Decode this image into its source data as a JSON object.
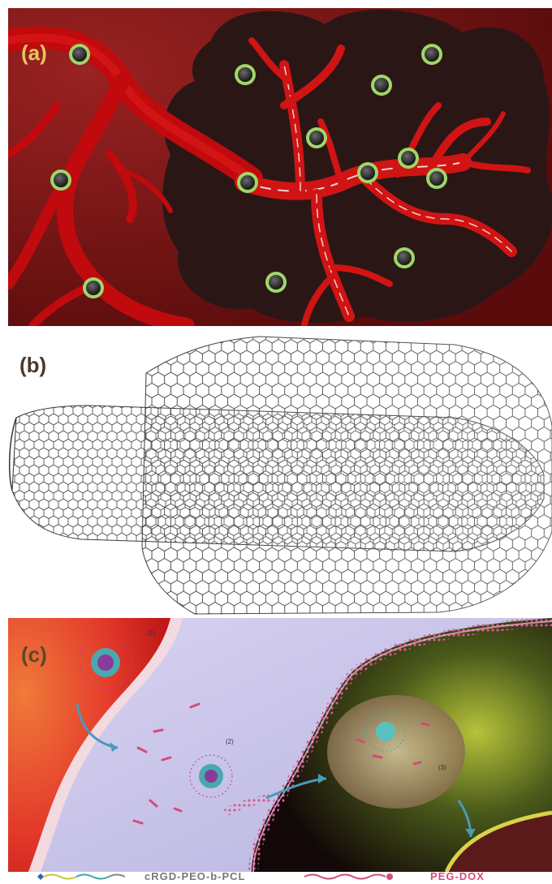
{
  "figure": {
    "panels": [
      {
        "id": "a",
        "label": "(a)",
        "content": "tumor-vasculature-nanoparticles"
      },
      {
        "id": "b",
        "label": "(b)",
        "content": "carbon-nanotube"
      },
      {
        "id": "c",
        "label": "(c)",
        "content": "micelle-cell-uptake",
        "step_labels": [
          "(1)",
          "(2)",
          "(3)"
        ]
      }
    ]
  },
  "legend": {
    "item_1": "cRGD-PEO-b-PCL",
    "item_2": "PEG-DOX"
  },
  "colors": {
    "vessel_red": "#c00a0e",
    "tumor_dark": "#2b1616",
    "nanoparticle_ring": "#9fd76a",
    "panel_a_bg": "#7a1414",
    "panel_c_bg": "#c9c6ea",
    "membrane_pink": "#d85a93",
    "drug_magenta": "#d24c7c"
  },
  "icons": {
    "nanoparticle": "nanoparticle-icon",
    "micelle": "micelle-icon",
    "arrow": "curved-arrow-icon"
  }
}
